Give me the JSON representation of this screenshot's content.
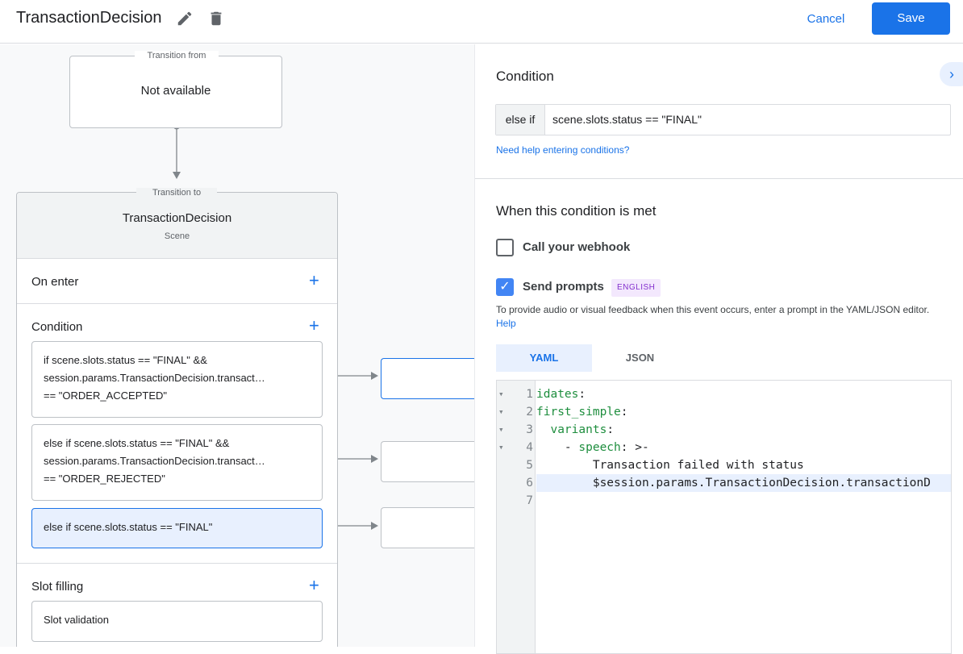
{
  "header": {
    "title": "TransactionDecision",
    "cancel_label": "Cancel",
    "save_label": "Save"
  },
  "canvas": {
    "transition_from": {
      "legend": "Transition from",
      "value": "Not available"
    },
    "transition_to": {
      "legend": "Transition to",
      "scene_name": "TransactionDecision",
      "scene_type": "Scene"
    },
    "sections": {
      "on_enter": "On enter",
      "condition": "Condition",
      "slot_filling": "Slot filling",
      "slot_validation": "Slot validation"
    },
    "conditions": [
      {
        "line1": "if scene.slots.status == \"FINAL\" &&",
        "line2": "session.params.TransactionDecision.transact…",
        "line3": "== \"ORDER_ACCEPTED\""
      },
      {
        "line1": "else if scene.slots.status == \"FINAL\" &&",
        "line2": "session.params.TransactionDecision.transact…",
        "line3": "== \"ORDER_REJECTED\""
      },
      {
        "line1": "else if scene.slots.status == \"FINAL\""
      }
    ]
  },
  "panel": {
    "condition_heading": "Condition",
    "condition_prefix": "else if",
    "condition_value": "scene.slots.status == \"FINAL\"",
    "help_link": "Need help entering conditions?",
    "met_heading": "When this condition is met",
    "webhook_label": "Call your webhook",
    "webhook_checked": false,
    "prompts_label": "Send prompts",
    "prompts_checked": true,
    "language_badge": "ENGLISH",
    "prompt_help": "To provide audio or visual feedback when this event occurs, enter a prompt in the YAML/JSON editor.",
    "prompt_help_link": "Help",
    "tabs": [
      {
        "label": "YAML",
        "active": true
      },
      {
        "label": "JSON",
        "active": false
      }
    ],
    "code_lines": [
      {
        "n": "1",
        "fold": true,
        "key": "idates",
        "rest": ":"
      },
      {
        "n": "2",
        "fold": true,
        "key": "first_simple",
        "rest": ":"
      },
      {
        "n": "3",
        "fold": true,
        "indent": "  ",
        "key": "variants",
        "rest": ":"
      },
      {
        "n": "4",
        "fold": true,
        "indent": "    - ",
        "key": "speech",
        "rest": ": >-"
      },
      {
        "n": "5",
        "indent": "        ",
        "text": "Transaction failed with status"
      },
      {
        "n": "6",
        "indent": "        ",
        "text": "$session.params.TransactionDecision.transactionD",
        "highlight": true
      },
      {
        "n": "7",
        "text": ""
      }
    ]
  },
  "colors": {
    "accent": "#1a73e8",
    "selected_bg": "#e8f0fe",
    "code_key": "#1e8e3e",
    "badge_bg": "#f3e8fd",
    "badge_text": "#8430ce"
  }
}
